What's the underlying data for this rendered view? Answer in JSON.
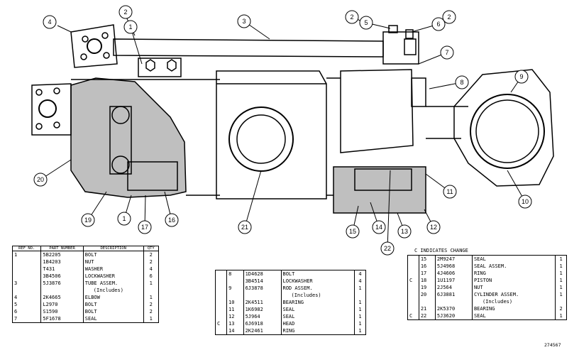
{
  "callouts": [
    "1",
    "2",
    "3",
    "4",
    "5",
    "6",
    "7",
    "8",
    "9",
    "10",
    "11",
    "12",
    "13",
    "14",
    "15",
    "16",
    "17",
    "19",
    "20",
    "21",
    "22"
  ],
  "table_left": {
    "headers": {
      "ref": "REF NO.",
      "part": "PART NUMBER",
      "desc": "DESCRIPTION",
      "qty": "QTY"
    },
    "rows": [
      {
        "ref": "1",
        "part": "5B2205",
        "desc": "BOLT",
        "qty": "2"
      },
      {
        "ref": "",
        "part": "1B4203",
        "desc": "NUT",
        "qty": "2"
      },
      {
        "ref": "",
        "part": "T431",
        "desc": "WASHER",
        "qty": "4"
      },
      {
        "ref": "",
        "part": "3B4506",
        "desc": "LOCKWASHER",
        "qty": "6"
      },
      {
        "ref": "3",
        "part": "5J3876",
        "desc": "TUBE ASSEM.",
        "qty": "1"
      },
      {
        "ref": "",
        "part": "",
        "desc": "(Includes)",
        "qty": ""
      },
      {
        "ref": "4",
        "part": "2K4665",
        "desc": "ELBOW",
        "qty": "1"
      },
      {
        "ref": "5",
        "part": "L2970",
        "desc": "BOLT",
        "qty": "2"
      },
      {
        "ref": "6",
        "part": "S1590",
        "desc": "BOLT",
        "qty": "2"
      },
      {
        "ref": "7",
        "part": "5F1678",
        "desc": "SEAL",
        "qty": "1"
      }
    ]
  },
  "table_middle": {
    "rows": [
      {
        "ref": "8",
        "part": "1D4628",
        "desc": "BOLT",
        "qty": "4"
      },
      {
        "ref": "",
        "part": "3B4514",
        "desc": "LOCKWASHER",
        "qty": "4"
      },
      {
        "ref": "9",
        "part": "6J3878",
        "desc": "ROD ASSEM.",
        "qty": "1"
      },
      {
        "ref": "",
        "part": "",
        "desc": "(Includes)",
        "qty": ""
      },
      {
        "ref": "10",
        "part": "2K4511",
        "desc": "BEARING",
        "qty": "1"
      },
      {
        "ref": "11",
        "part": "1K6982",
        "desc": "SEAL",
        "qty": "1"
      },
      {
        "ref": "12",
        "part": "5J964",
        "desc": "SEAL",
        "qty": "1"
      },
      {
        "ref": "13",
        "part": "6J6918",
        "desc": "HEAD",
        "qty": "1",
        "mark": "C"
      },
      {
        "ref": "14",
        "part": "2K2461",
        "desc": "RING",
        "qty": "1"
      }
    ]
  },
  "table_right": {
    "heading": "C INDICATES CHANGE",
    "rows": [
      {
        "ref": "15",
        "part": "2M9247",
        "desc": "SEAL",
        "qty": "1"
      },
      {
        "ref": "16",
        "part": "5J4968",
        "desc": "SEAL ASSEM.",
        "qty": "1"
      },
      {
        "ref": "17",
        "part": "4J4606",
        "desc": "RING",
        "qty": "1"
      },
      {
        "ref": "18",
        "part": "1U1197",
        "desc": "PISTON",
        "qty": "1",
        "mark": "C"
      },
      {
        "ref": "19",
        "part": "2J564",
        "desc": "NUT",
        "qty": "1"
      },
      {
        "ref": "20",
        "part": "6J3881",
        "desc": "CYLINDER ASSEM.",
        "qty": "1"
      },
      {
        "ref": "",
        "part": "",
        "desc": "(Includes)",
        "qty": ""
      },
      {
        "ref": "21",
        "part": "2K5370",
        "desc": "BEARING",
        "qty": "2"
      },
      {
        "ref": "22",
        "part": "5J3620",
        "desc": "SEAL",
        "qty": "1",
        "mark": "C"
      }
    ]
  },
  "figure_id": "274567"
}
